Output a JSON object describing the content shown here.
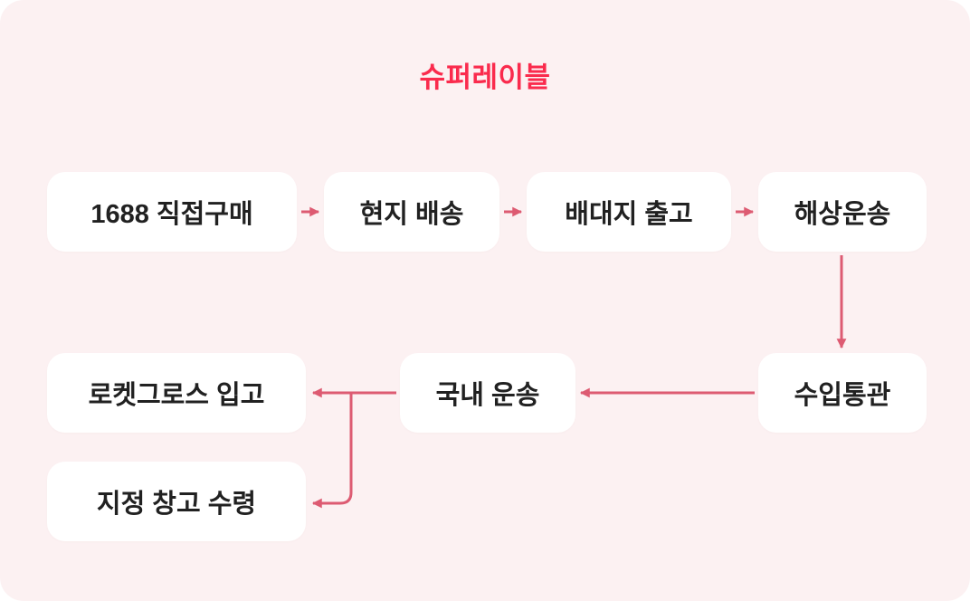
{
  "title": "슈퍼레이블",
  "colors": {
    "page": "#FFFFFF",
    "background": "#FCF1F2",
    "node_bg": "#FFFFFF",
    "node_text": "#212121",
    "arrow": "#DD5B72",
    "title_color": "#FA2B4D"
  },
  "flow": {
    "nodes": [
      {
        "id": "purchase-1688",
        "label": "1688 직접구매"
      },
      {
        "id": "local-delivery",
        "label": "현지 배송"
      },
      {
        "id": "forwarder-outbound",
        "label": "배대지 출고"
      },
      {
        "id": "sea-freight",
        "label": "해상운송"
      },
      {
        "id": "import-customs",
        "label": "수입통관"
      },
      {
        "id": "domestic-transport",
        "label": "국내 운송"
      },
      {
        "id": "rocket-growth-inbound",
        "label": "로켓그로스 입고"
      },
      {
        "id": "designated-warehouse-receipt",
        "label": "지정 창고 수령"
      }
    ],
    "edges": [
      {
        "from": "1688 직접구매",
        "to": "현지 배송"
      },
      {
        "from": "현지 배송",
        "to": "배대지 출고"
      },
      {
        "from": "배대지 출고",
        "to": "해상운송"
      },
      {
        "from": "해상운송",
        "to": "수입통관"
      },
      {
        "from": "수입통관",
        "to": "국내 운송"
      },
      {
        "from": "국내 운송",
        "to": "로켓그로스 입고"
      },
      {
        "from": "국내 운송",
        "to": "지정 창고 수령"
      }
    ]
  }
}
